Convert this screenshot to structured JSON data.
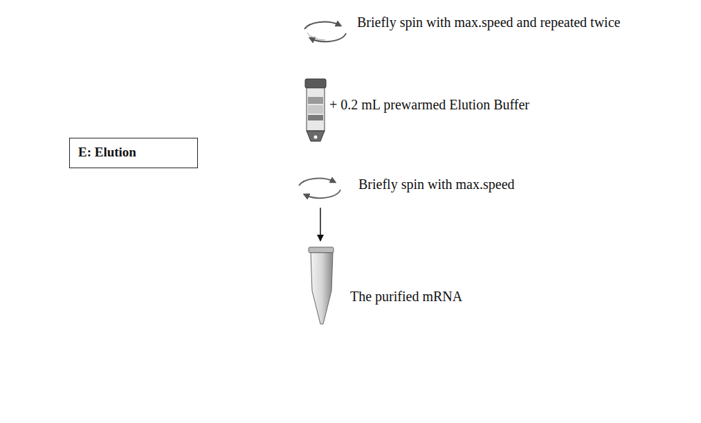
{
  "diagram": {
    "nodes": [
      {
        "text": [
          "E: Elution"
        ]
      }
    ],
    "labels": [
      "Briefly spin with max.speed and repeated twice",
      "+ 0.2 mL prewarmed Elution Buffer",
      "Briefly spin with max.speed",
      "The purified mRNA"
    ]
  }
}
